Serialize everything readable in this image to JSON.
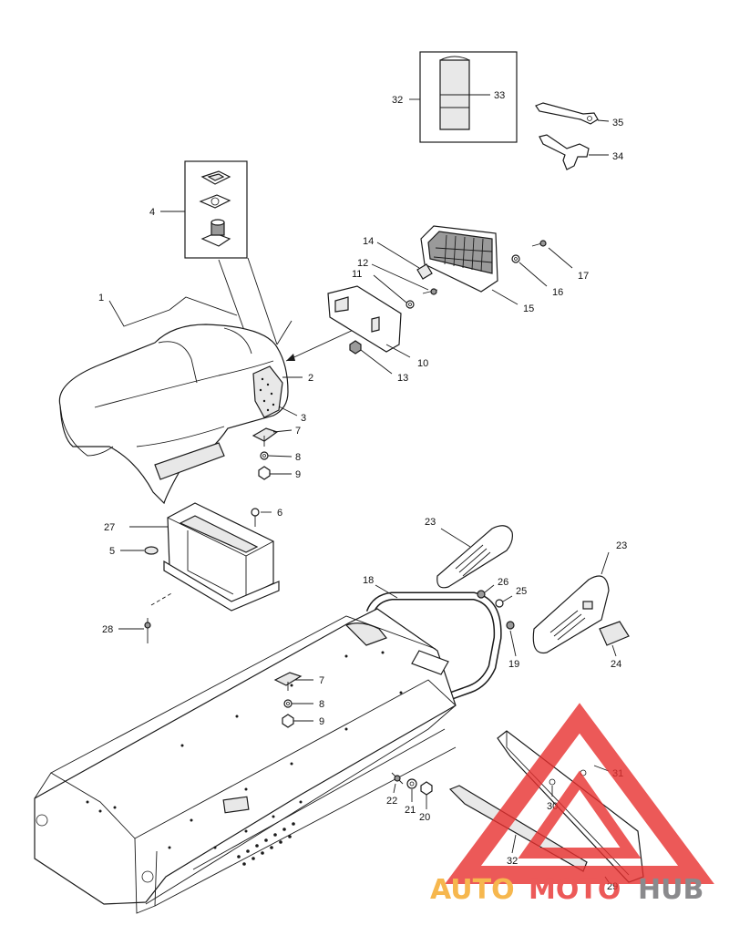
{
  "callouts": {
    "c1": "1",
    "c2": "2",
    "c3": "3",
    "c4": "4",
    "c5": "5",
    "c6": "6",
    "c7a": "7",
    "c8a": "8",
    "c9a": "9",
    "c7b": "7",
    "c8b": "8",
    "c9b": "9",
    "c10": "10",
    "c11": "11",
    "c12": "12",
    "c13": "13",
    "c14": "14",
    "c15": "15",
    "c16": "16",
    "c17": "17",
    "c18": "18",
    "c19": "19",
    "c20": "20",
    "c21": "21",
    "c22": "22",
    "c23a": "23",
    "c23b": "23",
    "c24": "24",
    "c25": "25",
    "c26": "26",
    "c27": "27",
    "c28": "28",
    "c29": "29",
    "c30": "30",
    "c31": "31",
    "c32a": "32",
    "c32b": "32",
    "c33": "33",
    "c34": "34",
    "c35": "35"
  },
  "watermark": {
    "brand_auto": "AUTO",
    "brand_moto": "MOTO",
    "brand_hub": "HUB",
    "color_orange": "#f5a623",
    "color_red": "#e8302f",
    "color_grey": "#6d6e71"
  }
}
